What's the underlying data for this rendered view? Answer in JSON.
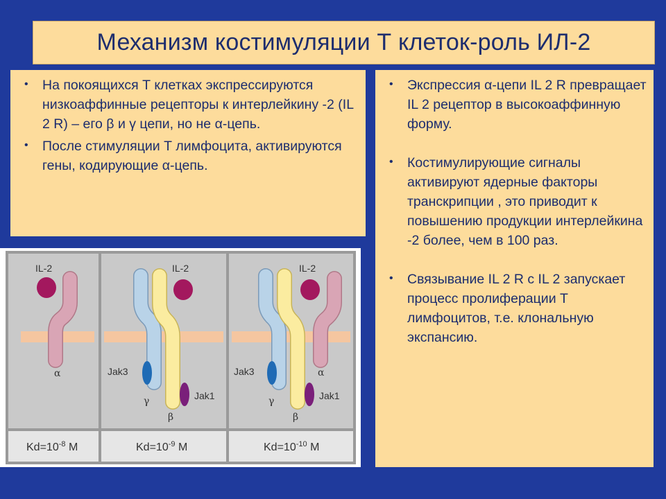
{
  "title": "Механизм костимуляции Т клеток-роль ИЛ-2",
  "left_bullets": [
    {
      "text": "На покоящихся  Т клетках экспрессируются низкоаффинные рецепторы к интерлейкину -2 (IL 2 R) –  его β и γ цепи, но не α-цепь."
    },
    {
      "text": "После стимуляции Т лимфоцита, активируются гены, кодирующие α-цепь."
    }
  ],
  "right_bullets": [
    {
      "text": "Экспрессия α-цепи IL 2 R превращает IL 2 рецептор в высокоаффинную форму."
    },
    {
      "text": "Костимулирующие сигналы активируют ядерные факторы транскрипции , это приводит к повышению продукции интерлейкина -2 более, чем в 100 раз."
    },
    {
      "text": "Связывание IL 2 R  с IL 2 запускает процесс пролиферации Т лимфоцитов, т.е. клональную экспансию."
    }
  ],
  "figure": {
    "panels": [
      {
        "il2_label": "IL-2",
        "alpha_label": "α",
        "kd_label": "Kd=10",
        "kd_exp": "-8",
        "kd_unit": " M"
      },
      {
        "il2_label": "IL-2",
        "jak3_label": "Jak3",
        "gamma_label": "γ",
        "jak1_label": "Jak1",
        "beta_label": "β",
        "kd_label": "Kd=10",
        "kd_exp": "-9",
        "kd_unit": " M"
      },
      {
        "il2_label": "IL-2",
        "jak3_label": "Jak3",
        "alpha_label": "α",
        "gamma_label": "γ",
        "jak1_label": "Jak1",
        "beta_label": "β",
        "kd_label": "Kd=10",
        "kd_exp": "-10",
        "kd_unit": " M"
      }
    ],
    "colors": {
      "panel_bg": "#c9c9c9",
      "kd_bg": "#e6e6e6",
      "membrane": "#f5c6a0",
      "il2": "#a3185e",
      "alpha_chain": "#d9a5b5",
      "gamma_chain": "#b9d3e8",
      "beta_chain": "#fbeca0",
      "jak3": "#1f6bb5",
      "jak1": "#7a1f7a"
    }
  }
}
